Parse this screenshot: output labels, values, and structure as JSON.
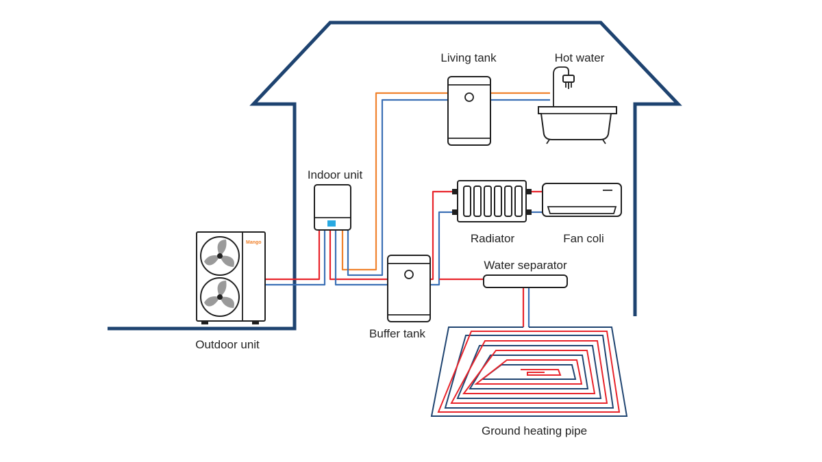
{
  "labels": {
    "living_tank": "Living tank",
    "hot_water": "Hot water",
    "indoor_unit": "Indoor unit",
    "radiator": "Radiator",
    "fan_coil": "Fan coli",
    "water_separator": "Water separator",
    "outdoor_unit": "Outdoor unit",
    "buffer_tank": "Buffer tank",
    "ground_heating_pipe": "Ground heating pipe"
  },
  "logo": {
    "text": "Mango"
  },
  "colors": {
    "house_outline": "#1e4370",
    "hot_pipe": "#e8232a",
    "cold_pipe": "#3a6fb5",
    "dhw_pipe": "#f0822d",
    "indoor_display": "#29a9e1",
    "logo": "#f0822d",
    "fan_blade": "#9a9a9a"
  },
  "icons": [
    "house-outline",
    "outdoor-unit",
    "fan-icon",
    "indoor-unit",
    "living-tank",
    "bathtub-icon",
    "shower-icon",
    "radiator",
    "fan-coil-unit",
    "buffer-tank",
    "water-separator",
    "floor-heating-coil"
  ]
}
